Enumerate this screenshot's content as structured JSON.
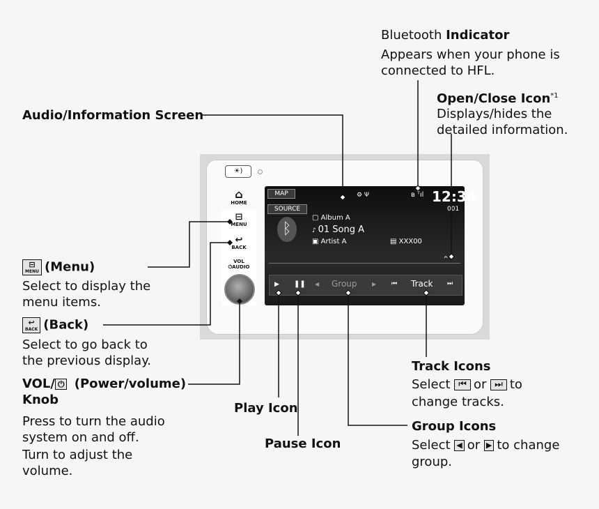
{
  "unit": {
    "top_button": "☀)",
    "home_label": "HOME",
    "menu_label": "MENU",
    "back_label": "BACK",
    "vol_label": "VOL",
    "audio_label": "⏻AUDIO",
    "screen": {
      "map": "MAP",
      "source": "SOURCE",
      "time": "12:34",
      "track_num": "001",
      "album": "Album A",
      "song": "01 Song A",
      "artist": "Artist A",
      "extra": "XXX00",
      "group": "Group",
      "track": "Track"
    }
  },
  "callouts": {
    "bt_title_pre": "Bluetooth ",
    "bt_title_b": "Indicator",
    "bt_desc1": "Appears when your phone is",
    "bt_desc2": "connected to HFL.",
    "oc_title": "Open/Close Icon",
    "oc_sup": "*1",
    "oc_desc1": "Displays/hides the",
    "oc_desc2": "detailed information.",
    "audio_title": "Audio/Information Screen",
    "menu_title": "(Menu)",
    "menu_desc1": "Select to display the",
    "menu_desc2": "menu items.",
    "back_title": "(Back)",
    "back_desc1": "Select to go back to",
    "back_desc2": "the previous display.",
    "vol_title1": "VOL/",
    "vol_title2": " (Power/volume)",
    "vol_title3": "Knob",
    "vol_desc1": "Press to turn the audio",
    "vol_desc2": "system on and off.",
    "vol_desc3": "Turn to adjust the",
    "vol_desc4": "volume.",
    "play_title": "Play Icon",
    "pause_title": "Pause Icon",
    "track_title": "Track Icons",
    "track_desc1a": "Select",
    "track_desc1b": "or",
    "track_desc1c": "to",
    "track_desc2": "change tracks.",
    "group_title": "Group Icons",
    "group_desc1a": "Select",
    "group_desc1b": "or",
    "group_desc1c": "to change",
    "group_desc2": "group."
  }
}
